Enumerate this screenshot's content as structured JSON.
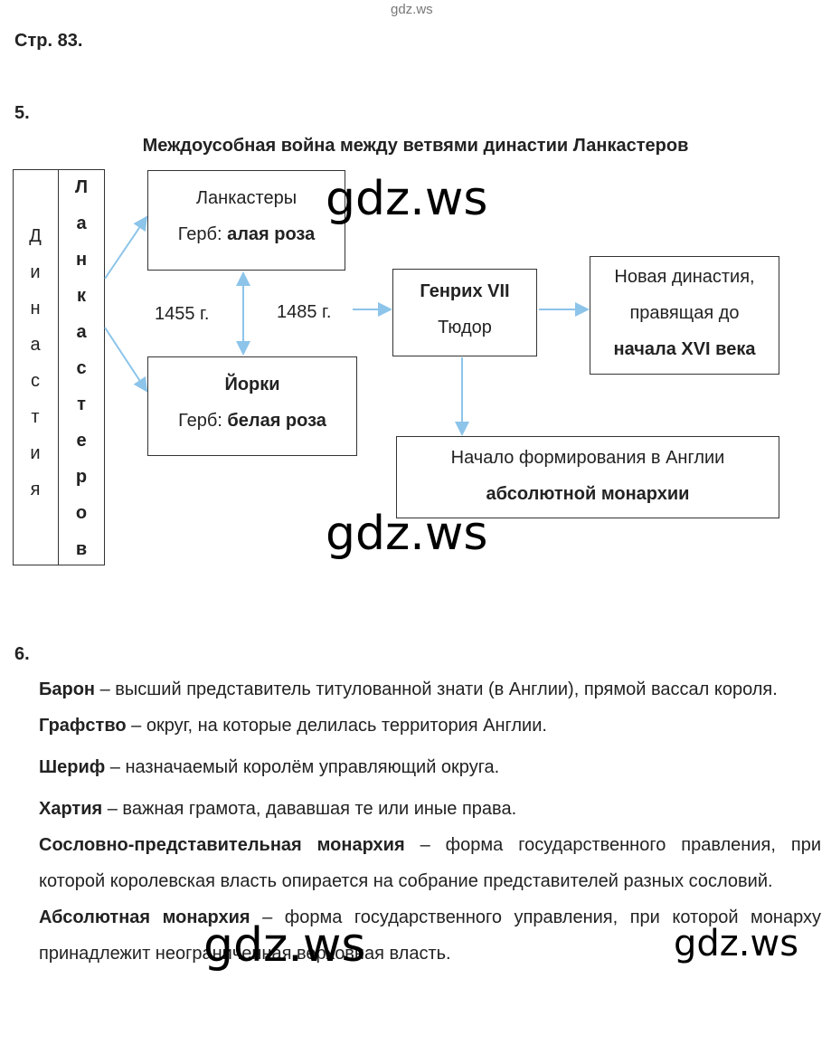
{
  "watermark_top": "gdz.ws",
  "watermark": "gdz.ws",
  "page_label": "Стр. 83.",
  "task5": {
    "number": "5.",
    "title": "Междоусобная война между ветвями династии Ланкастеров",
    "col1": [
      "Д",
      "и",
      "н",
      "а",
      "с",
      "т",
      "и",
      "я"
    ],
    "col2": [
      "Л",
      "а",
      "н",
      "к",
      "а",
      "с",
      "т",
      "е",
      "р",
      "о",
      "в"
    ],
    "lancasters": {
      "name": "Ланкастеры",
      "coat_prefix": "Герб: ",
      "coat": "алая роза"
    },
    "yorks": {
      "name": "Йорки",
      "coat_prefix": "Герб: ",
      "coat": "белая роза"
    },
    "year1": "1455 г.",
    "year2": "1485 г.",
    "henry": {
      "line1": "Генрих VII",
      "line2": "Тюдор"
    },
    "new_dynasty": {
      "line1": "Новая династия,",
      "line2": "правящая до",
      "line3": "начала XVI века"
    },
    "absolute": {
      "line1": "Начало формирования в Англии",
      "line2": "абсолютной монархии"
    }
  },
  "task6": {
    "number": "6.",
    "terms": [
      {
        "term": "Барон",
        "def": " – высший представитель титулованной знати (в Англии), прямой вассал короля."
      },
      {
        "term": "Графство",
        "def": " – округ, на которые делилась территория Англии."
      },
      {
        "term": "Шериф",
        "def": " – назначаемый королём управляющий округа."
      },
      {
        "term": "Хартия",
        "def": " – важная грамота, дававшая те или иные права."
      },
      {
        "term": "Сословно-представительная монархия",
        "def": " – форма государственного правления, при которой королевская власть опирается на собрание представителей разных сословий."
      },
      {
        "term": "Абсолютная монархия",
        "def": " – форма государственного управления, при которой монарху принадлежит неограниченная верховная власть."
      }
    ]
  },
  "colors": {
    "arrow": "#8cc4ea"
  }
}
